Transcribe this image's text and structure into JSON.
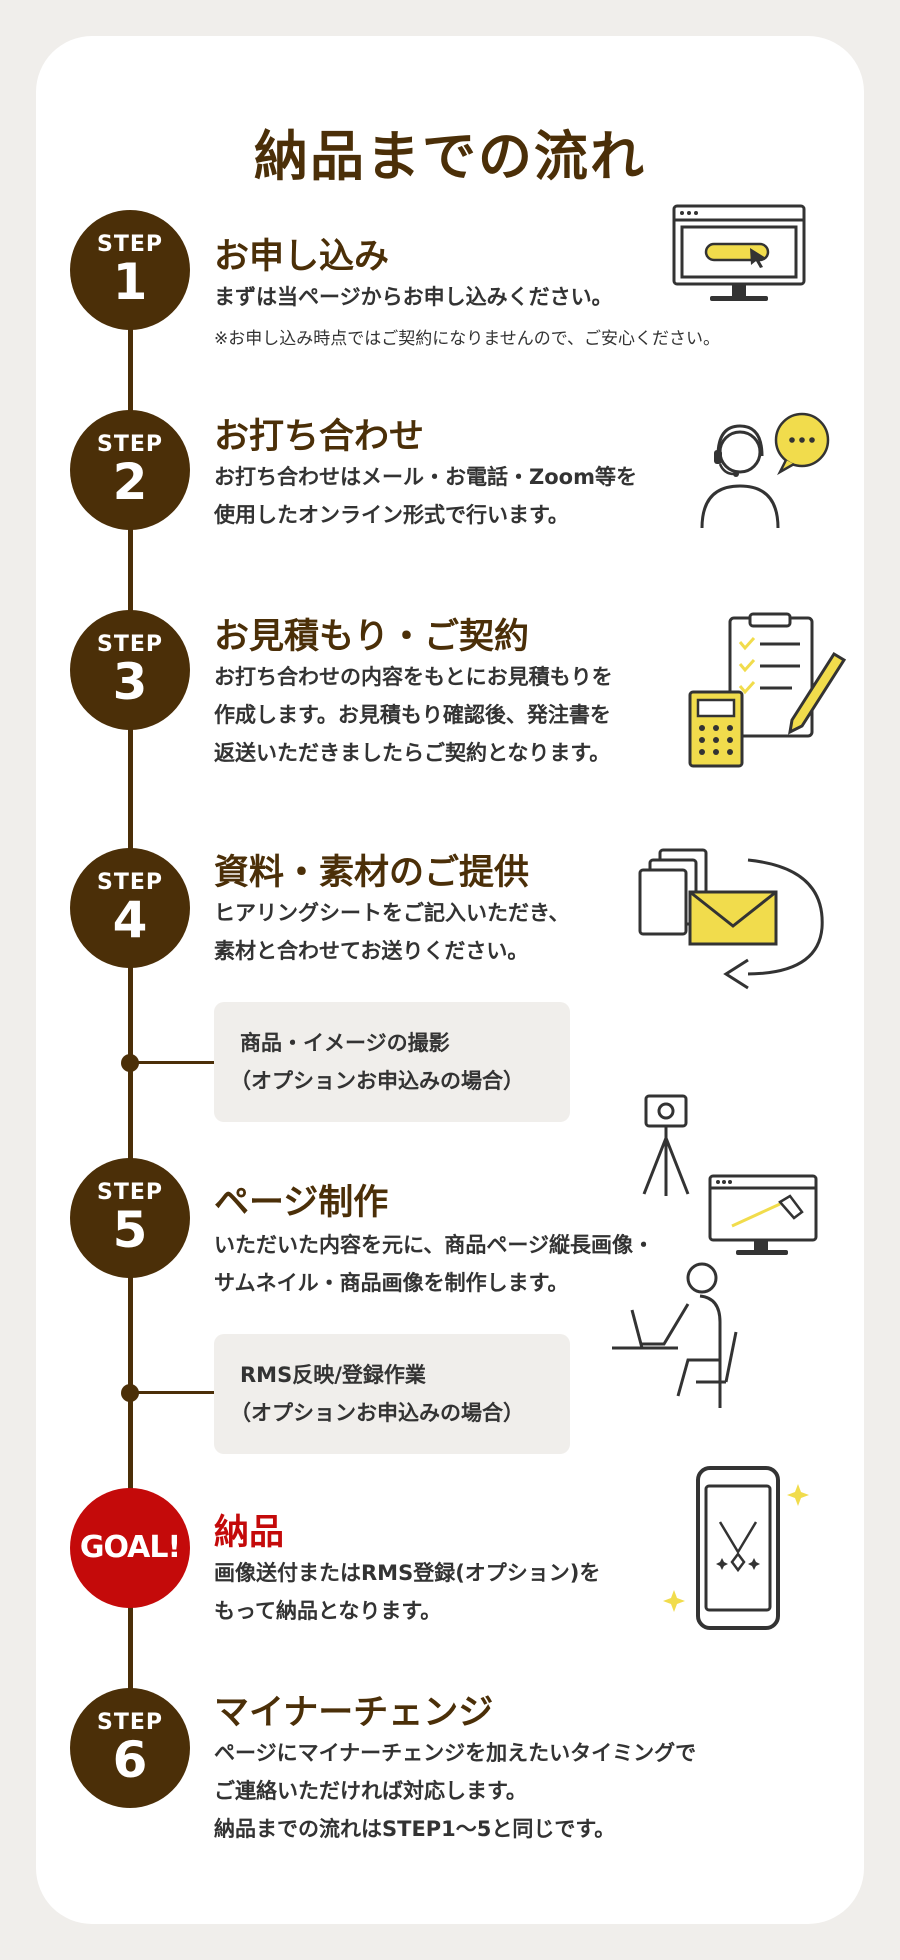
{
  "title": "納品までの流れ",
  "steps": [
    {
      "label": "STEP",
      "num": "1",
      "heading": "お申し込み",
      "lines": [
        "まずは当ページからお申し込みください。"
      ],
      "note": "※お申し込み時点ではご契約になりませんので、ご安心ください。",
      "icon": "monitor-click-icon"
    },
    {
      "label": "STEP",
      "num": "2",
      "heading": "お打ち合わせ",
      "lines": [
        "お打ち合わせはメール・お電話・Zoom等を",
        "使用したオンライン形式で行います。"
      ],
      "icon": "headset-chat-icon"
    },
    {
      "label": "STEP",
      "num": "3",
      "heading": "お見積もり・ご契約",
      "lines": [
        "お打ち合わせの内容をもとにお見積もりを",
        "作成します。お見積もり確認後、発注書を",
        "返送いただきましたらご契約となります。"
      ],
      "icon": "clipboard-calculator-icon"
    },
    {
      "label": "STEP",
      "num": "4",
      "heading": "資料・素材のご提供",
      "lines": [
        "ヒアリングシートをご記入いただき、",
        "素材と合わせてお送りください。"
      ],
      "icon": "documents-envelope-icon"
    },
    {
      "label": "STEP",
      "num": "5",
      "heading": "ページ制作",
      "lines": [
        "いただいた内容を元に、商品ページ縦長画像・",
        "サムネイル・商品画像を制作します。"
      ],
      "icon": "designer-workstation-icon"
    },
    {
      "label": "STEP",
      "num": "6",
      "heading": "マイナーチェンジ",
      "lines": [
        "ページにマイナーチェンジを加えたいタイミングで",
        "ご連絡いただければ対応します。",
        "納品までの流れはSTEP1〜5と同じです。"
      ]
    }
  ],
  "substeps": [
    {
      "lines": [
        "商品・イメージの撮影",
        "（オプションお申込みの場合）"
      ]
    },
    {
      "lines": [
        "RMS反映/登録作業",
        "（オプションお申込みの場合）"
      ]
    }
  ],
  "goal": {
    "badge": "GOAL!",
    "heading": "納品",
    "lines": [
      "画像送付またはRMS登録(オプション)を",
      "もって納品となります。"
    ],
    "icon": "smartphone-necklace-icon"
  },
  "colors": {
    "brown": "#4b2f08",
    "red": "#c40a0a",
    "yellow": "#f1dc4c",
    "panel": "#f0eeeb"
  }
}
